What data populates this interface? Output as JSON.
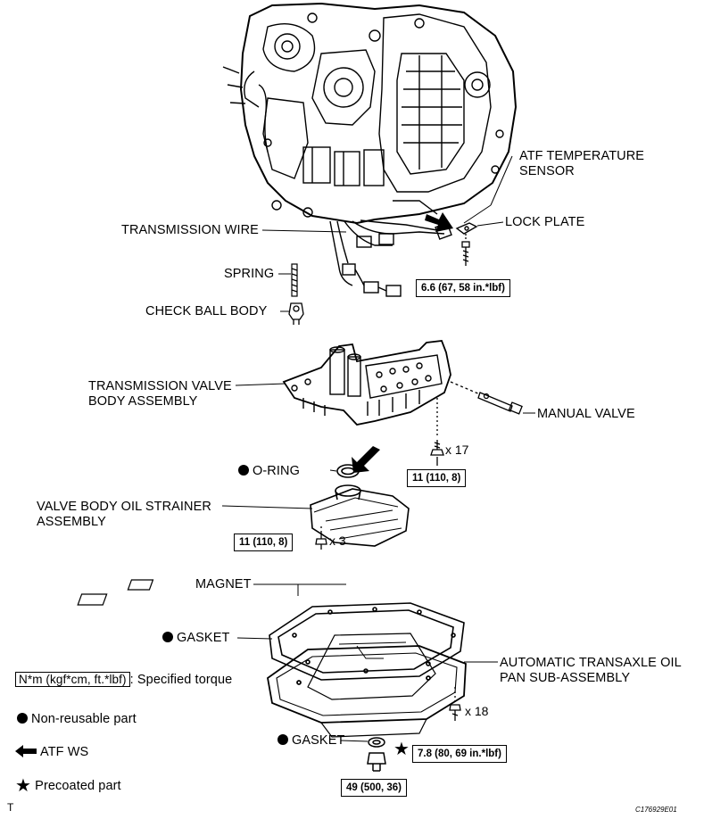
{
  "parts": {
    "atf_temp_sensor": [
      "ATF TEMPERATURE",
      "SENSOR"
    ],
    "lock_plate": "LOCK PLATE",
    "transmission_wire": "TRANSMISSION WIRE",
    "spring": "SPRING",
    "check_ball_body": "CHECK BALL BODY",
    "valve_body": [
      "TRANSMISSION VALVE",
      "BODY ASSEMBLY"
    ],
    "manual_valve": "MANUAL VALVE",
    "o_ring": "O-RING",
    "strainer": [
      "VALVE BODY OIL STRAINER",
      "ASSEMBLY"
    ],
    "magnet": "MAGNET",
    "gasket_pan": "GASKET",
    "oil_pan": [
      "AUTOMATIC TRANSAXLE OIL",
      "PAN SUB-ASSEMBLY"
    ],
    "gasket_drain": "GASKET"
  },
  "torques": {
    "sensor_bolt": "6.6 (67, 58 in.*lbf)",
    "valve_body_bolts": "11 (110, 8)",
    "strainer_bolts": "11 (110, 8)",
    "pan_bolts": "7.8 (80, 69 in.*lbf)",
    "drain_plug": "49 (500, 36)"
  },
  "quantities": {
    "valve_body_bolts": "x 17",
    "strainer_bolts": "x 3",
    "pan_bolts": "x 18"
  },
  "legend": {
    "torque_box": "N*m (kgf*cm, ft.*lbf)",
    "torque_text": ": Specified torque",
    "non_reusable": "Non-reusable part",
    "atf": "ATF WS",
    "precoated": "Precoated part"
  },
  "corner_letter": "T",
  "figure_code": "C176929E01"
}
